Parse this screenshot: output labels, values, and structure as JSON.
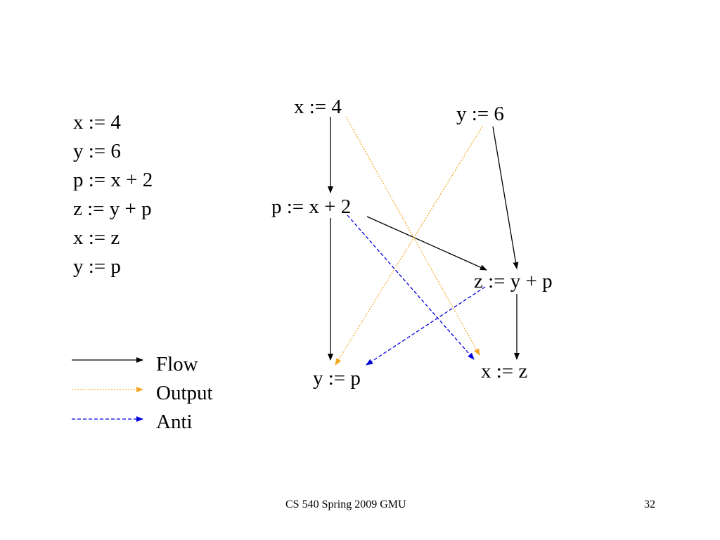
{
  "code_lines": [
    "x := 4",
    "y := 6",
    "p := x + 2",
    "z := y + p",
    "x := z",
    "y := p"
  ],
  "nodes": {
    "x4": "x := 4",
    "y6": "y := 6",
    "p": "p := x + 2",
    "z": "z := y + p",
    "yp": "y := p",
    "xz": "x := z"
  },
  "edges": [
    {
      "from": "x4",
      "to": "p",
      "type": "Flow"
    },
    {
      "from": "p",
      "to": "yp",
      "type": "Flow"
    },
    {
      "from": "p",
      "to": "z",
      "type": "Flow"
    },
    {
      "from": "y6",
      "to": "z",
      "type": "Flow"
    },
    {
      "from": "z",
      "to": "xz",
      "type": "Flow"
    },
    {
      "from": "x4",
      "to": "xz",
      "type": "Output"
    },
    {
      "from": "y6",
      "to": "yp",
      "type": "Output"
    },
    {
      "from": "p",
      "to": "xz",
      "type": "Anti"
    },
    {
      "from": "z",
      "to": "yp",
      "type": "Anti"
    }
  ],
  "legend": [
    {
      "label": "Flow",
      "color": "#000000"
    },
    {
      "label": "Output",
      "color": "#f5a623"
    },
    {
      "label": "Anti",
      "color": "#0000dd"
    }
  ],
  "footer": {
    "course": "CS 540 Spring 2009 GMU",
    "page": "32"
  }
}
